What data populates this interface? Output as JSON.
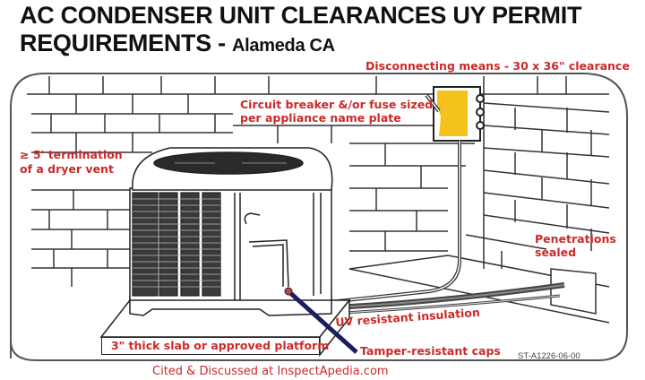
{
  "title": {
    "line1": "AC CONDENSER UNIT CLEARANCES UY PERMIT",
    "line2_main": "REQUIREMENTS - ",
    "line2_sub": "Alameda CA"
  },
  "labels": {
    "disconnecting_means": "Disconnecting means - 30 x 36\" clearance",
    "circuit_breaker_line1": "Circuit breaker &/or fuse sized",
    "circuit_breaker_line2": "per appliance name plate",
    "dryer_vent_line1": "≥ 5' termination",
    "dryer_vent_line2": "of a dryer vent",
    "penetrations_line1": "Penetrations",
    "penetrations_line2": "sealed",
    "uv_insulation": "UV resistant insulation",
    "slab": "3\" thick slab or approved platform",
    "tamper_caps": "Tamper-resistant caps"
  },
  "footer": {
    "code": "ST-A1226-06-00",
    "credit": "Cited & Discussed at  InspectApedia.com"
  },
  "colors": {
    "label_red": "#cc2a2a",
    "disconnect_yellow": "#f5c21b",
    "tamper_pointer_navy": "#1c1c5e",
    "outline": "#222222"
  }
}
